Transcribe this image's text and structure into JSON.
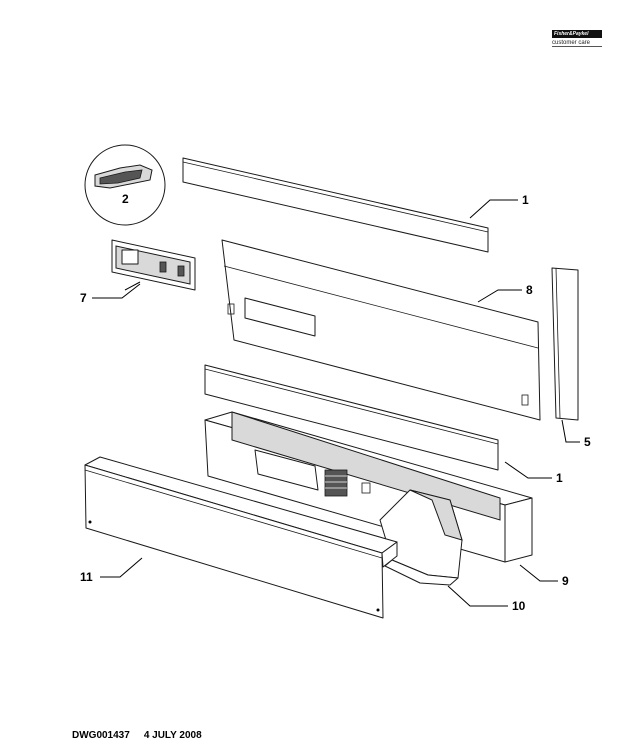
{
  "brand": {
    "name": "Fisher&Paykel",
    "sub": "customer care"
  },
  "footer": {
    "drawing_id": "DWG001437",
    "date": "4 JULY 2008"
  },
  "callouts": [
    {
      "id": "c1a",
      "label": "1"
    },
    {
      "id": "c2",
      "label": "2"
    },
    {
      "id": "c7",
      "label": "7"
    },
    {
      "id": "c8",
      "label": "8"
    },
    {
      "id": "c5",
      "label": "5"
    },
    {
      "id": "c1b",
      "label": "1"
    },
    {
      "id": "c9",
      "label": "9"
    },
    {
      "id": "c11",
      "label": "11"
    },
    {
      "id": "c10",
      "label": "10"
    }
  ]
}
